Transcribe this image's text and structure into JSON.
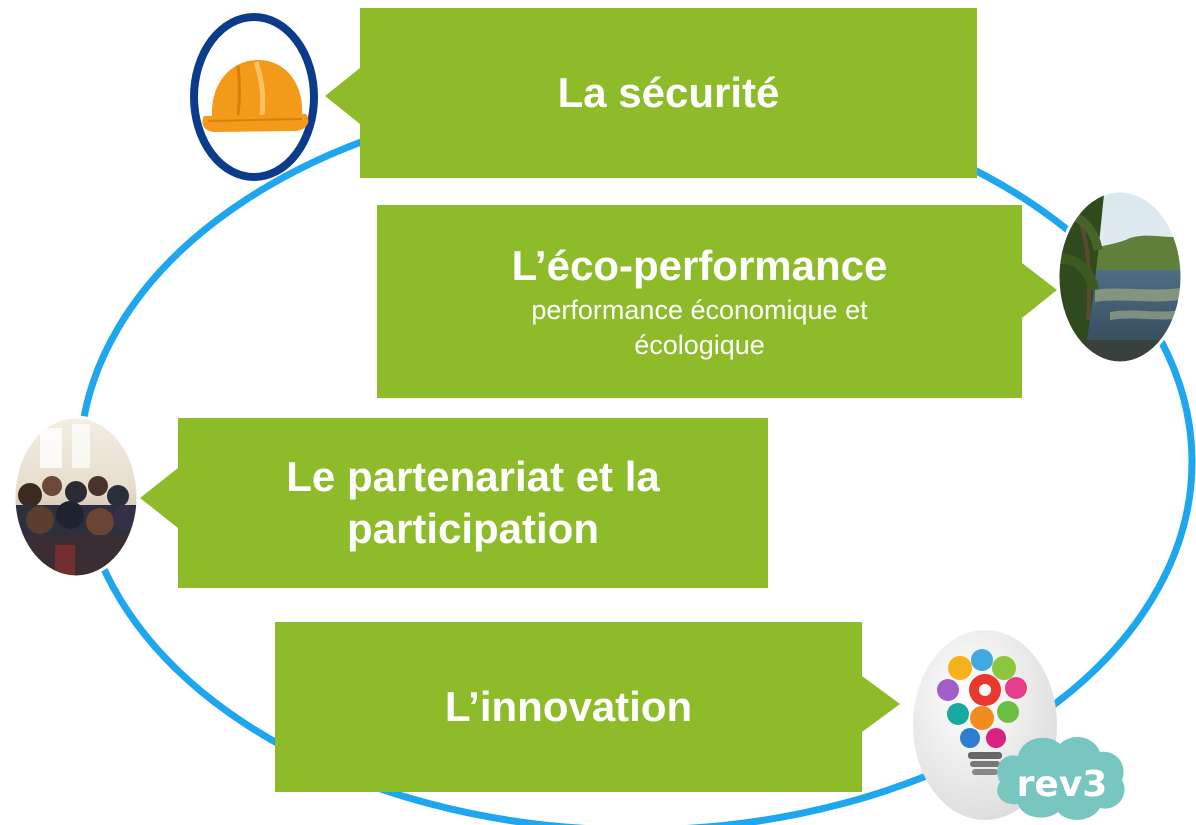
{
  "colors": {
    "box_green": "#8dbb2a",
    "ring_blue": "#1ea7ee",
    "helmet_orange": "#f39a1a",
    "helmet_ring": "#0b3b8a",
    "logo_teal": "#78c6c0"
  },
  "items": [
    {
      "id": "securite",
      "title": "La sécurité",
      "subtitle": "",
      "icon": "hard-hat-icon"
    },
    {
      "id": "eco-performance",
      "title": "L’éco-performance",
      "subtitle": "performance économique et écologique",
      "icon": "pond-landscape-photo"
    },
    {
      "id": "partenariat",
      "title": "Le partenariat et la participation",
      "subtitle": "",
      "icon": "audience-meeting-photo"
    },
    {
      "id": "innovation",
      "title": "L’innovation",
      "subtitle": "",
      "icon": "lightbulb-gears-icon"
    }
  ],
  "logo": {
    "text": "rev3"
  }
}
